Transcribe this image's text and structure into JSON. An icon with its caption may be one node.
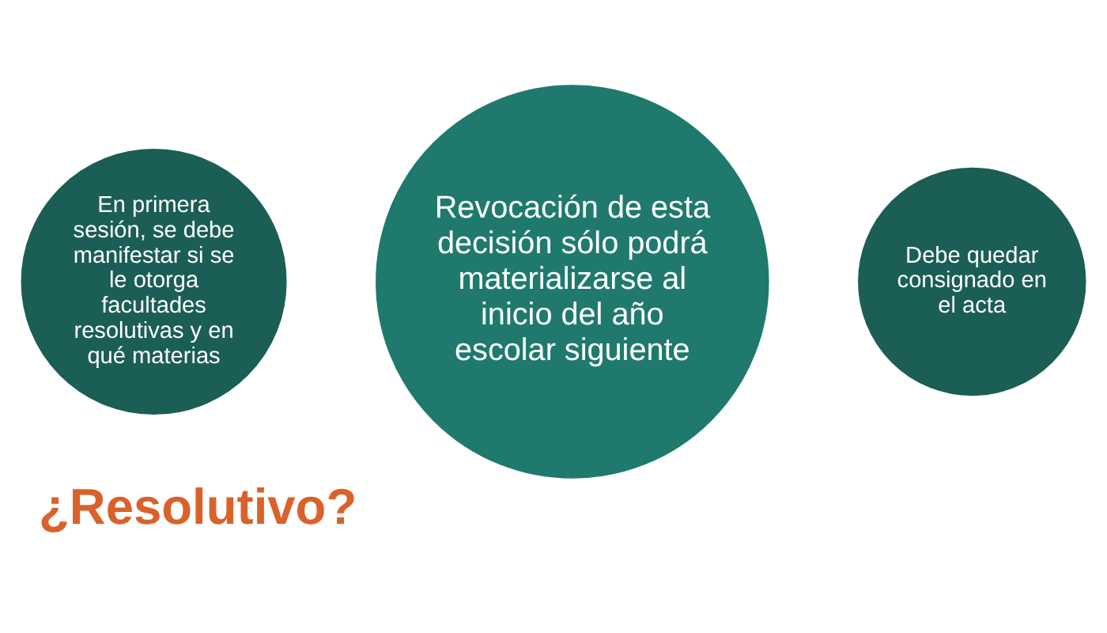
{
  "diagram": {
    "title": "¿Resolutivo?",
    "nodes": [
      {
        "text": [
          "En primera sesión, se debe manifestar si se le otorga facultades resolutivas y en qué materias"
        ]
      },
      {
        "text": [
          "Revocación de esta decisión sólo podrá materializarse al inicio del año escolar siguiente"
        ]
      },
      {
        "text": [
          "Debe quedar consignado en el acta"
        ]
      }
    ]
  }
}
